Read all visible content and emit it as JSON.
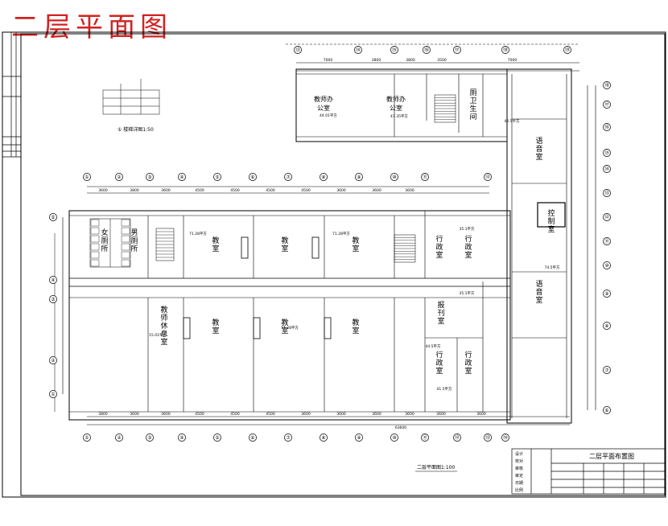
{
  "title": "二层平面图",
  "colors": {
    "title": "#d22222",
    "line": "#000000",
    "background": "#ffffff"
  },
  "top_axes": [
    "⑬",
    "⑭",
    "⑮",
    "⑯",
    "⑰",
    "⑱",
    "⑲"
  ],
  "mid_axes": [
    "①",
    "②",
    "③",
    "④",
    "⑤",
    "⑥",
    "⑦",
    "⑧",
    "⑨",
    "⑩",
    "⑪",
    "⑫"
  ],
  "bottom_axes": [
    "①",
    "②",
    "③",
    "④",
    "⑤",
    "⑥",
    "⑦",
    "⑧",
    "⑨",
    "⑩",
    "⑪",
    "⑫",
    "⑬",
    "⑭"
  ],
  "left_axes": [
    "⑤",
    "④",
    "③",
    "②",
    "①"
  ],
  "right_axes": [
    "⑱",
    "⑰",
    "⑯",
    "⑮",
    "⑭",
    "⑬",
    "⑫",
    "⑪",
    "⑩",
    "⑨",
    "⑧",
    "⑦",
    "⑥"
  ],
  "dimensions": {
    "top": [
      "7000",
      "3800",
      "3800",
      "3500",
      "7000"
    ],
    "mid": [
      "3600",
      "3800",
      "3600",
      "4500",
      "4500",
      "4500",
      "4500",
      "3600",
      "3600",
      "3600"
    ],
    "bottom": [
      "3800",
      "3600",
      "3600",
      "4500",
      "4500",
      "4500",
      "3600",
      "3600",
      "3600",
      "3600",
      "3600",
      "3600"
    ],
    "total_bottom": "63600"
  },
  "rooms": [
    {
      "id": "office-1",
      "text": "教师办",
      "sub": "公室"
    },
    {
      "id": "office-2",
      "text": "教师办",
      "sub": "公室"
    },
    {
      "id": "toilet-top",
      "text": "厕卫生间"
    },
    {
      "id": "music-1",
      "text": "语音室"
    },
    {
      "id": "control",
      "text": "控制室"
    },
    {
      "id": "music-2",
      "text": "语音室"
    },
    {
      "id": "class-1",
      "text": "教室"
    },
    {
      "id": "class-2",
      "text": "教室"
    },
    {
      "id": "class-3",
      "text": "教室"
    },
    {
      "id": "admin-1",
      "text": "行政室"
    },
    {
      "id": "admin-2",
      "text": "行政室"
    },
    {
      "id": "restroom",
      "text": "教师休息室"
    },
    {
      "id": "class-4",
      "text": "教室"
    },
    {
      "id": "class-5",
      "text": "教室"
    },
    {
      "id": "class-6",
      "text": "教室"
    },
    {
      "id": "storage",
      "text": "报刊室"
    },
    {
      "id": "admin-3",
      "text": "行政室"
    },
    {
      "id": "admin-4",
      "text": "行政室"
    },
    {
      "id": "toilet-left",
      "text": "女厕所"
    },
    {
      "id": "toilet-left-2",
      "text": "男厕所"
    }
  ],
  "areas": [
    "44.01平方",
    "47.35平方",
    "71.28平方",
    "71.28平方",
    "35.1平方",
    "71.28平方",
    "74.5平方",
    "44.5平方",
    "41.5平方",
    "42.5平方",
    "35.1平方",
    "15.01平方"
  ],
  "detail_label": "① 楼梯详图1:50",
  "plan_caption": "二层平面图1:100",
  "title_block": {
    "name": "二层平面布置图",
    "rows": [
      "设计",
      "校对",
      "审核",
      "审定",
      "日期",
      "比例"
    ]
  }
}
